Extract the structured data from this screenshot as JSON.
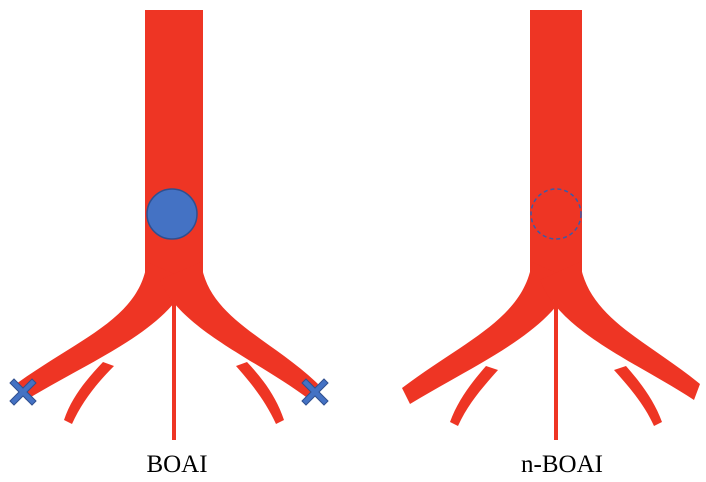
{
  "panels": [
    {
      "label": "BOAI",
      "balloon": "filled",
      "embolization_markers": true
    },
    {
      "label": "n-BOAI",
      "balloon": "dashed-outline",
      "embolization_markers": false
    }
  ],
  "colors": {
    "vessel": "#ee3524",
    "balloon": "#4472c4",
    "balloon_outline": "#2f4f8f",
    "marker": "#4472c4",
    "caption": "#000000",
    "background": "#ffffff"
  },
  "icons": {
    "balloon": "circle-shape",
    "embolization_marker": "cross-x-icon"
  }
}
